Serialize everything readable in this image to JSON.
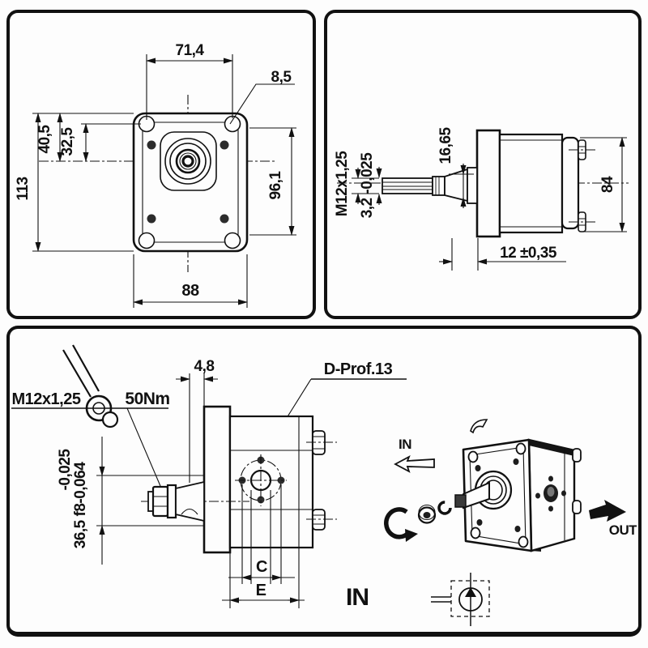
{
  "front_view": {
    "width_holes": "71,4",
    "hole_dia": "8,5",
    "dim_40_5": "40,5",
    "dim_32_5": "32,5",
    "height_total": "113",
    "dim_96_1": "96,1",
    "width_total": "88"
  },
  "side_view": {
    "dim_16_65": "16,65",
    "thread": "M12x1,25",
    "dim_3_2": "3,2 -0,025",
    "body_height": "84",
    "flange_depth": "12 ±0,35"
  },
  "install_view": {
    "dim_4_8": "4,8",
    "profile": "D-Prof.13",
    "thread": "M12x1,25",
    "torque": "50Nm",
    "tol_upper": "-0,025",
    "shaft_fit": "36,5 f8-0,064",
    "dim_c": "C",
    "dim_e": "E",
    "port_in_label": "IN"
  },
  "iso_view": {
    "inlet_label": "IN",
    "outlet_label": "OUT"
  }
}
